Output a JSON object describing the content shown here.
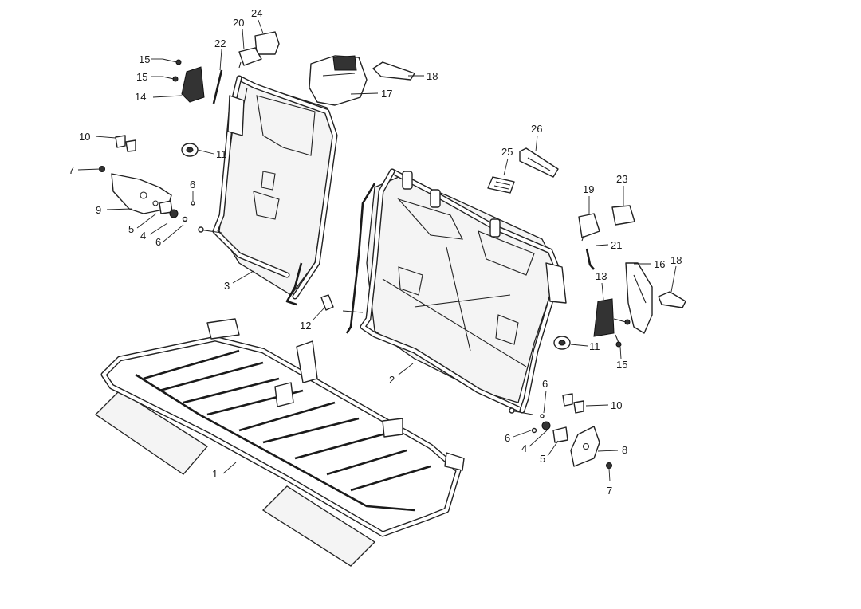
{
  "diagram": {
    "callouts": [
      {
        "id": "c1",
        "text": "1"
      },
      {
        "id": "c2",
        "text": "2"
      },
      {
        "id": "c3",
        "text": "3"
      },
      {
        "id": "c4a",
        "text": "4"
      },
      {
        "id": "c4b",
        "text": "4"
      },
      {
        "id": "c5a",
        "text": "5"
      },
      {
        "id": "c5b",
        "text": "5"
      },
      {
        "id": "c6a",
        "text": "6"
      },
      {
        "id": "c6b",
        "text": "6"
      },
      {
        "id": "c6c",
        "text": "6"
      },
      {
        "id": "c6d",
        "text": "6"
      },
      {
        "id": "c7a",
        "text": "7"
      },
      {
        "id": "c7b",
        "text": "7"
      },
      {
        "id": "c8",
        "text": "8"
      },
      {
        "id": "c9",
        "text": "9"
      },
      {
        "id": "c10a",
        "text": "10"
      },
      {
        "id": "c10b",
        "text": "10"
      },
      {
        "id": "c11a",
        "text": "11"
      },
      {
        "id": "c11b",
        "text": "11"
      },
      {
        "id": "c12",
        "text": "12"
      },
      {
        "id": "c13",
        "text": "13"
      },
      {
        "id": "c14",
        "text": "14"
      },
      {
        "id": "c15a",
        "text": "15"
      },
      {
        "id": "c15b",
        "text": "15"
      },
      {
        "id": "c15c",
        "text": "15"
      },
      {
        "id": "c16",
        "text": "16"
      },
      {
        "id": "c17",
        "text": "17"
      },
      {
        "id": "c18a",
        "text": "18"
      },
      {
        "id": "c18b",
        "text": "18"
      },
      {
        "id": "c19",
        "text": "19"
      },
      {
        "id": "c20",
        "text": "20"
      },
      {
        "id": "c21",
        "text": "21"
      },
      {
        "id": "c22",
        "text": "22"
      },
      {
        "id": "c23",
        "text": "23"
      },
      {
        "id": "c24",
        "text": "24"
      },
      {
        "id": "c25",
        "text": "25"
      },
      {
        "id": "c26",
        "text": "26"
      }
    ]
  }
}
